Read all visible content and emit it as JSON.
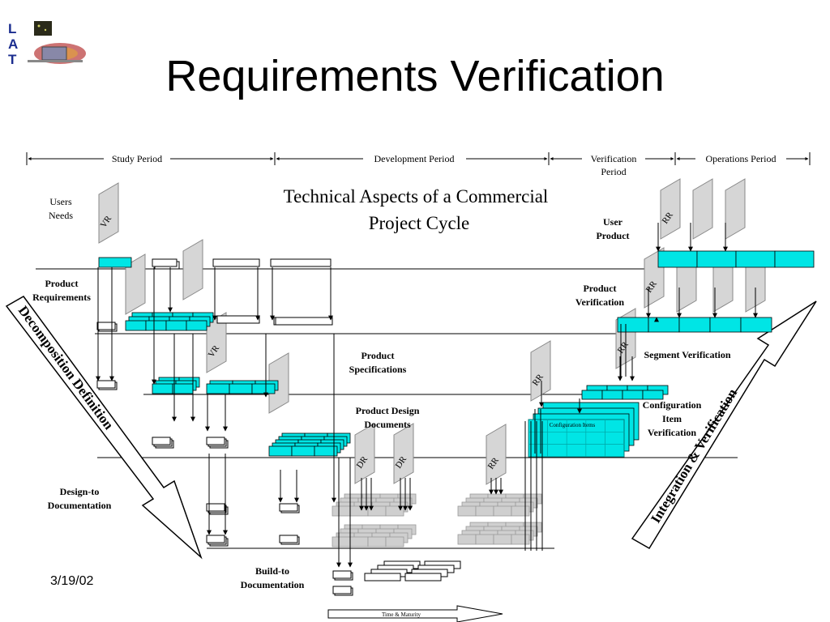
{
  "slide": {
    "title": "Requirements Verification",
    "date": "3/19/02",
    "logo_letters": [
      "L",
      "A",
      "T"
    ]
  },
  "timeline": {
    "phases": [
      "Study Period",
      "Development Period",
      "Verification Period",
      "Operations Period"
    ]
  },
  "diagram": {
    "subtitle_line1": "Technical Aspects of a Commercial",
    "subtitle_line2": "Project Cycle",
    "decomposition_label": "Decomposition  Definition",
    "integration_label": "Integration & Verification",
    "time_label": "Time & Maturity",
    "config_items_label": "Configuration Items",
    "vr_tag": "VR",
    "rr_tag": "RR",
    "dr_tag": "DR"
  },
  "left_levels": {
    "users_needs": [
      "Users",
      "Needs"
    ],
    "product_requirements": [
      "Product",
      "Requirements"
    ],
    "product_specifications": [
      "Product",
      "Specifications"
    ],
    "product_design_documents": [
      "Product Design",
      "Documents"
    ],
    "design_to_documentation": [
      "Design-to",
      "Documentation"
    ],
    "build_to_documentation": [
      "Build-to",
      "Documentation"
    ]
  },
  "right_levels": {
    "user_product": [
      "User",
      "Product"
    ],
    "product_verification": [
      "Product",
      "Verification"
    ],
    "segment_verification": "Segment Verification",
    "configuration_item_verification": [
      "Configuration",
      "Item",
      "Verification"
    ]
  },
  "colors": {
    "cyan_fill": "#00e5e5",
    "cyan_dark": "#00a8a8",
    "gray_fill": "#cfcfcf",
    "tag_fill": "#d6d6d6",
    "logo_blue": "#1b2d8f"
  }
}
